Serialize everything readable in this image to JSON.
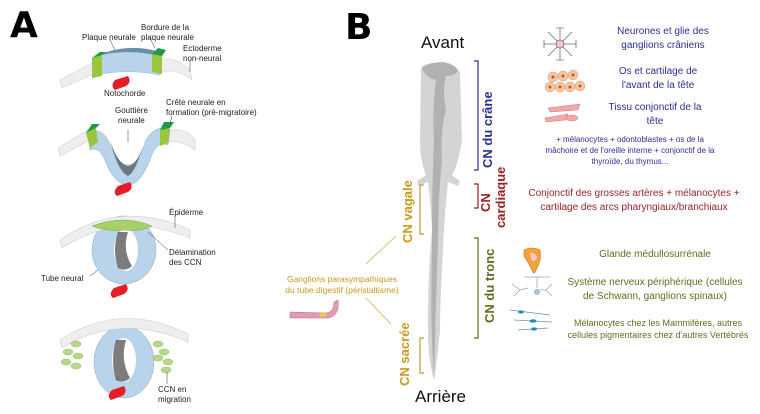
{
  "panel_a": {
    "letter": "A",
    "stage1": {
      "plaque_neurale": "Plaque neurale",
      "bordure_line1": "Bordure de la",
      "bordure_line2": "plaque neurale",
      "ectoderme_line1": "Ectoderme",
      "ectoderme_line2": "non-neural",
      "notochorde": "Notochorde"
    },
    "stage2": {
      "gouttiere_line1": "Gouttière",
      "gouttiere_line2": "neurale",
      "crete_line1": "Crête neurale en",
      "crete_line2": "formation (pré-migratoire)"
    },
    "stage3": {
      "epiderme": "Épiderme",
      "delamination_line1": "Délamination",
      "delamination_line2": "des CCN",
      "tube_neural": "Tube neural"
    },
    "stage4": {
      "ccn_line1": "CCN en",
      "ccn_line2": "migration"
    }
  },
  "panel_b": {
    "letter": "B",
    "avant": "Avant",
    "arriere": "Arrière",
    "regions": {
      "crane": "CN du crâne",
      "cardiaque_line1": "CN",
      "cardiaque_line2": "cardiaque",
      "vagale": "CN vagale",
      "tronc": "CN du tronc",
      "sacree": "CN sacrée"
    },
    "cranial_derivatives": {
      "neurones_line1": "Neurones et glie des",
      "neurones_line2": "ganglions crâniens",
      "os_line1": "Os et cartilage de",
      "os_line2": "l'avant de la tête",
      "tissu_line1": "Tissu conjonctif de la",
      "tissu_line2": "tête",
      "extra_line1": "+ mélanocytes +  odontoblastes + os de la",
      "extra_line2": "mâchoire et de l'oreille interne + conjonctif de la",
      "extra_line3": "thyroïde, du thymus..."
    },
    "cardiac_derivatives": {
      "line1": "Conjonctif des grosses artères + mélanocytes +",
      "line2": "cartilage des arcs pharyngiaux/branchiaux"
    },
    "trunk_derivatives": {
      "glande": "Glande médullosurrénale",
      "snp_line1": "Système nerveux périphérique (cellules",
      "snp_line2": "de Schwann, ganglions spinaux)",
      "melano_line1": "Mélanocytes chez les Mammifères, autres",
      "melano_line2": "cellules pigmentaires chez d'autres Vertébrés"
    },
    "vagal_sacral_derivatives": {
      "line1": "Ganglions parasympathiques",
      "line2": "du tube digestif (péristaltisme)"
    },
    "colors": {
      "cranial": "#2b2f98",
      "cardiac": "#9a1f1f",
      "vagal_sacral": "#c79a1e",
      "trunk": "#5f6e1f"
    }
  }
}
